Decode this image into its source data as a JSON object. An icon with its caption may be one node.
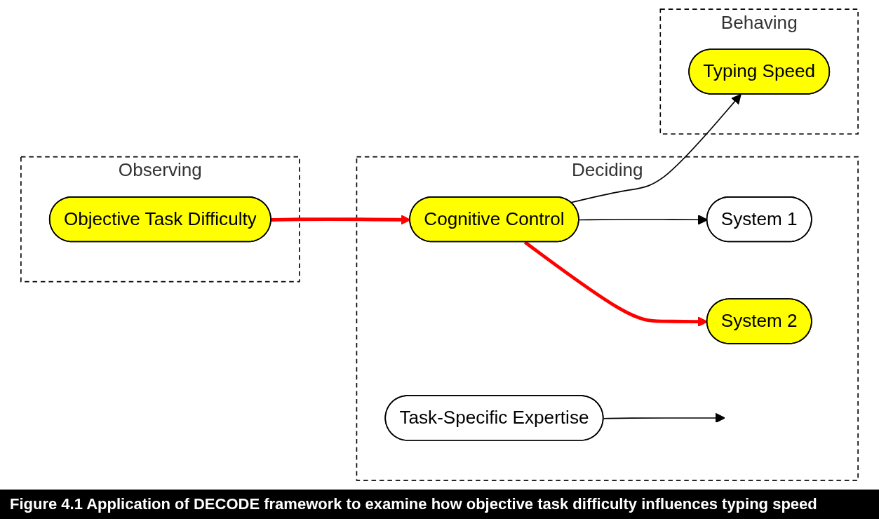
{
  "diagram": {
    "caption": "Figure 4.1 Application of DECODE framework to examine how objective task difficulty influences typing speed",
    "nodes": [
      {
        "text": [
          "Observing"
        ]
      },
      {
        "text": [
          "Objective Task Difficulty"
        ],
        "in": 0
      },
      {
        "text": [
          "Deciding"
        ]
      },
      {
        "text": [
          "Task-Specific Expertise"
        ],
        "in": 2
      },
      {
        "text": [
          "System 1"
        ],
        "in": 2
      },
      {
        "text": [
          "Cognitive Control"
        ],
        "in": 2
      },
      {
        "text": [
          "System 2"
        ],
        "in": 2
      },
      {
        "text": [
          "Behaving"
        ]
      },
      {
        "text": [
          "Typing Speed"
        ],
        "in": 7
      }
    ],
    "edges": [
      {
        "from": 1,
        "to": 5,
        "arrow": "to",
        "style": "thick",
        "color": "#ff0000"
      },
      {
        "from": 3,
        "to": null,
        "arrow": "to"
      },
      {
        "from": 5,
        "to": 4,
        "arrow": "to"
      },
      {
        "from": 5,
        "to": 6,
        "arrow": "to",
        "style": "thick",
        "color": "#ff0000"
      },
      {
        "from": 5,
        "to": 8,
        "arrow": "to"
      }
    ]
  }
}
